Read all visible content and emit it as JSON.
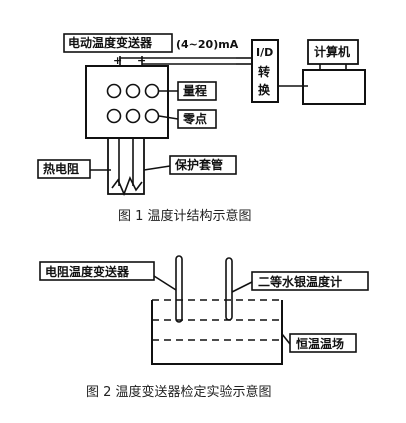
{
  "figure1": {
    "transmitter_label": "电动温度变送器",
    "current_label": "(4~20)mA",
    "plus_sign": "+",
    "minus_sign": "−",
    "converter_label_top": "I/D",
    "converter_label_mid": "转",
    "converter_label_bot": "换",
    "computer_label": "计算机",
    "range_label": "量程",
    "zero_label": "零点",
    "thermistor_label": "热电阻",
    "sheath_label": "保护套管",
    "caption": "图 1    温度计结构示意图"
  },
  "figure2": {
    "transmitter_label": "电阻温度变送器",
    "thermometer_label": "二等水银温度计",
    "bath_label": "恒温温场",
    "caption": "图 2    温度变送器检定实验示意图"
  },
  "colors": {
    "line": "#111111",
    "background": "#ffffff"
  }
}
